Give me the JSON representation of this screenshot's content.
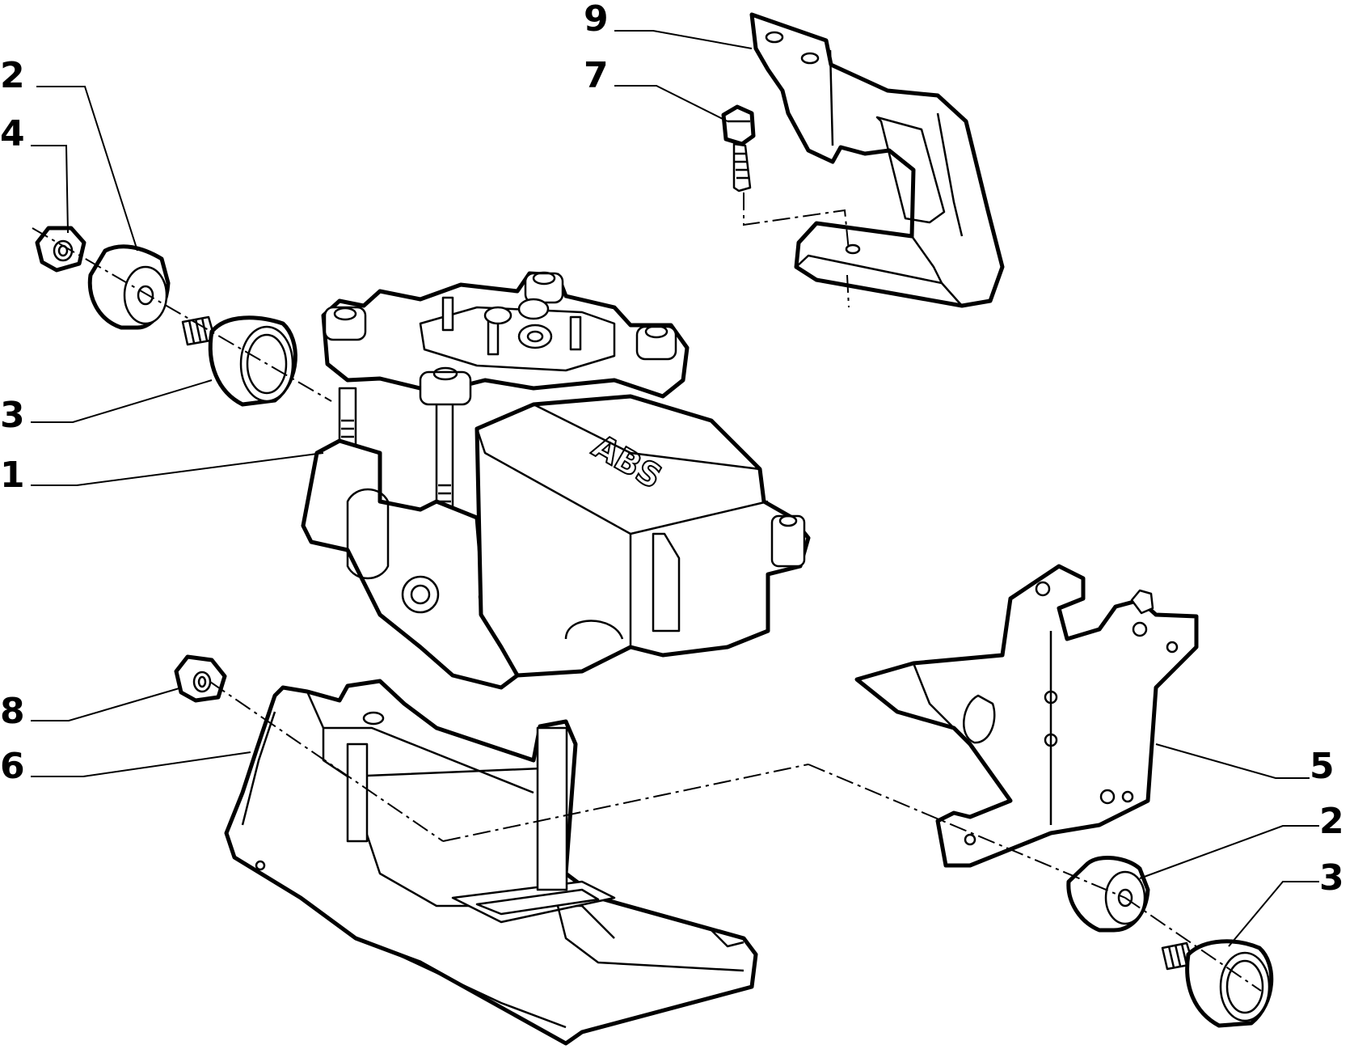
{
  "callouts": [
    {
      "id": "c9",
      "label": "9"
    },
    {
      "id": "c7",
      "label": "7"
    },
    {
      "id": "c2a",
      "label": "2"
    },
    {
      "id": "c4",
      "label": "4"
    },
    {
      "id": "c3a",
      "label": "3"
    },
    {
      "id": "c1",
      "label": "1"
    },
    {
      "id": "c8",
      "label": "8"
    },
    {
      "id": "c6",
      "label": "6"
    },
    {
      "id": "c5",
      "label": "5"
    },
    {
      "id": "c2b",
      "label": "2"
    },
    {
      "id": "c3b",
      "label": "3"
    }
  ],
  "unit_text": "ABS",
  "colors": {
    "ink": "#000000",
    "paper": "#ffffff"
  }
}
